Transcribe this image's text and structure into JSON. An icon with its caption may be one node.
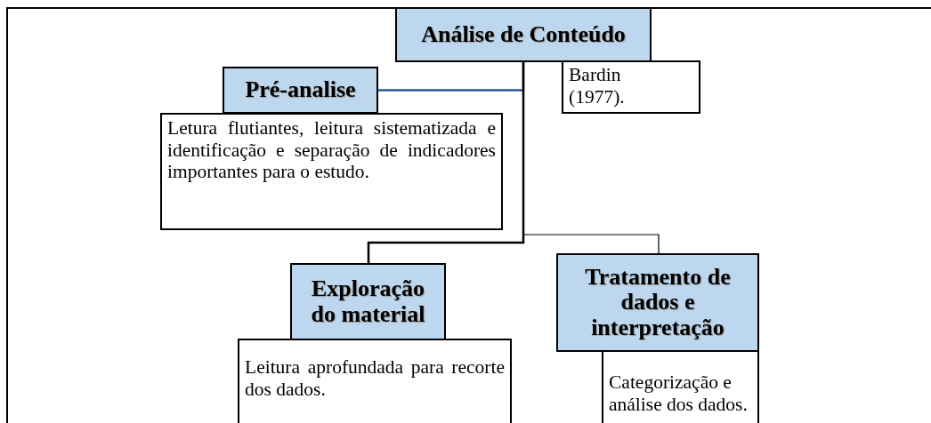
{
  "diagram": {
    "nodes": [
      {
        "text": [
          "Análise de Conteúdo"
        ]
      },
      {
        "text": [
          "Bardin (1977)."
        ]
      },
      {
        "text": [
          "Pré-analise"
        ]
      },
      {
        "text": [
          "Letura flutiantes, leitura sistematizada e identificação e separação de indicadores importantes para o estudo."
        ]
      },
      {
        "text": [
          "Exploração do material"
        ]
      },
      {
        "text": [
          "Leitura aprofundada para recorte dos dados."
        ]
      },
      {
        "text": [
          "Tratamento de dados e interpretação"
        ]
      },
      {
        "text": [
          "Categorização e análise dos dados."
        ]
      }
    ],
    "edges": [
      {
        "from": 0,
        "to": 2,
        "arrow": "none",
        "color": "#2f5597"
      },
      {
        "from": 0,
        "to": 4,
        "arrow": "none"
      },
      {
        "from": 0,
        "to": 6,
        "arrow": "none"
      }
    ]
  }
}
